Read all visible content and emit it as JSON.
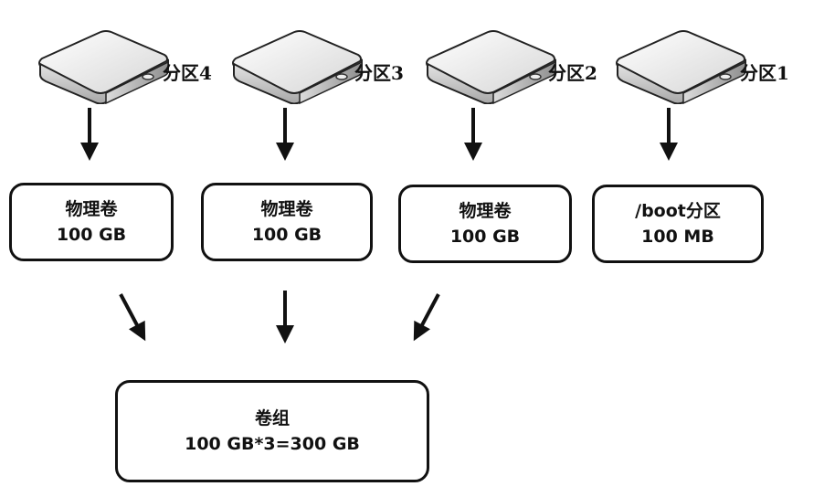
{
  "partitions": [
    {
      "label": "分区4"
    },
    {
      "label": "分区3"
    },
    {
      "label": "分区2"
    },
    {
      "label": "分区1"
    }
  ],
  "physical_volumes": [
    {
      "title": "物理卷",
      "size": "100 GB"
    },
    {
      "title": "物理卷",
      "size": "100 GB"
    },
    {
      "title": "物理卷",
      "size": "100 GB"
    }
  ],
  "boot_partition": {
    "title": "/boot分区",
    "size": "100 MB"
  },
  "volume_group": {
    "title": "卷组",
    "size": "100 GB*3=300 GB"
  },
  "icons": {
    "disk": "hard-disk-icon",
    "arrow": "arrow-down-icon"
  },
  "colors": {
    "stroke": "#111111",
    "disk_light": "#f4f4f4",
    "disk_shadow": "#9a9a9a"
  }
}
